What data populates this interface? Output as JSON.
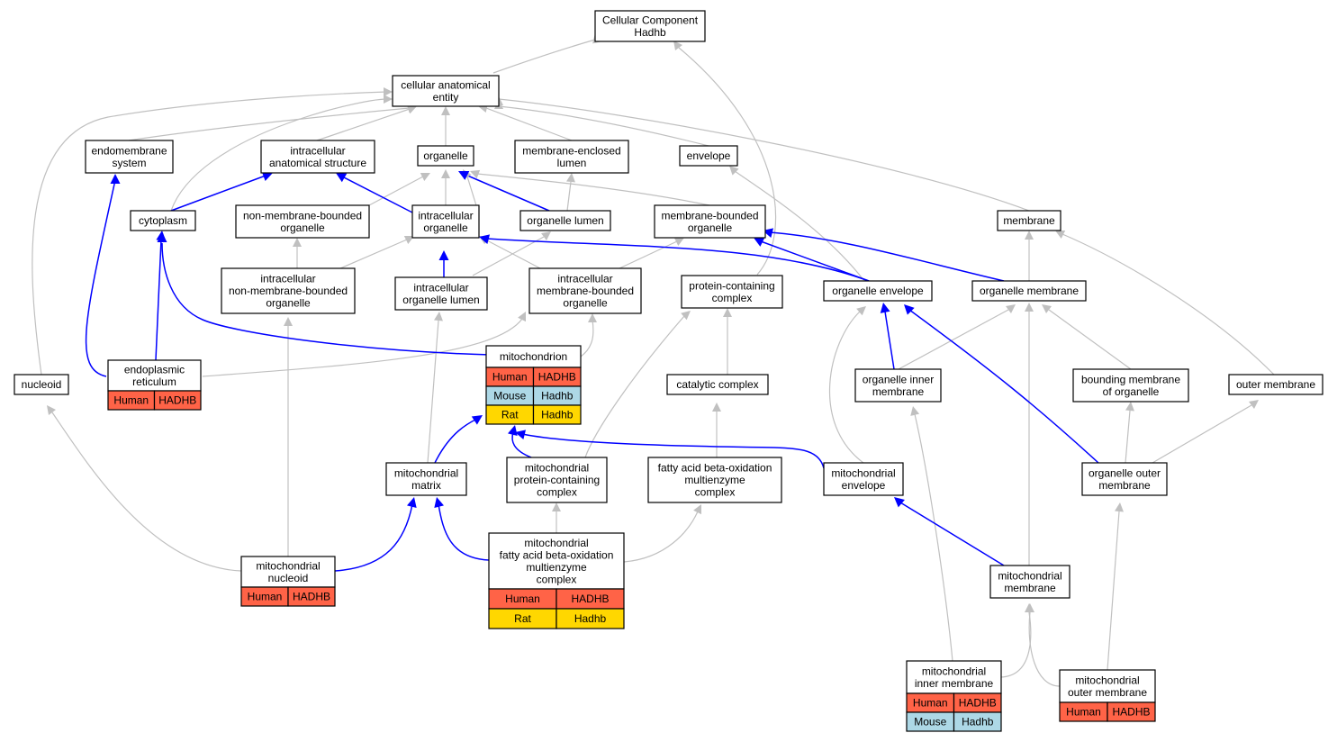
{
  "colors": {
    "Human": "#ff6347",
    "Mouse": "#add8e6",
    "Rat": "#ffd700",
    "is_a_edge": "#c0c0c0",
    "part_of_edge": "#0000ff"
  },
  "nodes": {
    "root": {
      "label": "Cellular Component\nHadhb"
    },
    "cae": {
      "label": "cellular anatomical\nentity"
    },
    "endomembrane": {
      "label": "endomembrane\nsystem"
    },
    "ias": {
      "label": "intracellular\nanatomical structure"
    },
    "organelle": {
      "label": "organelle"
    },
    "mel": {
      "label": "membrane-enclosed\nlumen"
    },
    "envelope": {
      "label": "envelope"
    },
    "cytoplasm": {
      "label": "cytoplasm"
    },
    "nmbo": {
      "label": "non-membrane-bounded\norganelle"
    },
    "io": {
      "label": "intracellular\norganelle"
    },
    "olumen": {
      "label": "organelle lumen"
    },
    "mbo": {
      "label": "membrane-bounded\norganelle"
    },
    "membrane": {
      "label": "membrane"
    },
    "inmbo": {
      "label": "intracellular\nnon-membrane-bounded\norganelle"
    },
    "iol": {
      "label": "intracellular\norganelle lumen"
    },
    "imbo": {
      "label": "intracellular\nmembrane-bounded\norganelle"
    },
    "pcc": {
      "label": "protein-containing\ncomplex"
    },
    "oenv": {
      "label": "organelle envelope"
    },
    "omem": {
      "label": "organelle membrane"
    },
    "nucleoid": {
      "label": "nucleoid"
    },
    "er": {
      "label": "endoplasmic\nreticulum",
      "rows": [
        [
          "Human",
          "HADHB"
        ]
      ]
    },
    "mito": {
      "label": "mitochondrion",
      "rows": [
        [
          "Human",
          "HADHB"
        ],
        [
          "Mouse",
          "Hadhb"
        ],
        [
          "Rat",
          "Hadhb"
        ]
      ]
    },
    "catc": {
      "label": "catalytic complex"
    },
    "oim": {
      "label": "organelle inner\nmembrane"
    },
    "bmo": {
      "label": "bounding membrane\nof organelle"
    },
    "outer": {
      "label": "outer membrane"
    },
    "mmatrix": {
      "label": "mitochondrial\nmatrix"
    },
    "mpcc": {
      "label": "mitochondrial\nprotein-containing\ncomplex"
    },
    "fabo": {
      "label": "fatty acid beta-oxidation\nmultienzyme\ncomplex"
    },
    "menv": {
      "label": "mitochondrial\nenvelope"
    },
    "oom": {
      "label": "organelle outer\nmembrane"
    },
    "mnuc": {
      "label": "mitochondrial\nnucleoid",
      "rows": [
        [
          "Human",
          "HADHB"
        ]
      ]
    },
    "mfabo": {
      "label": "mitochondrial\nfatty acid beta-oxidation\nmultienzyme\ncomplex",
      "rows": [
        [
          "Human",
          "HADHB"
        ],
        [
          "Rat",
          "Hadhb"
        ]
      ]
    },
    "mmem": {
      "label": "mitochondrial\nmembrane"
    },
    "mim": {
      "label": "mitochondrial\ninner membrane",
      "rows": [
        [
          "Human",
          "HADHB"
        ],
        [
          "Mouse",
          "Hadhb"
        ]
      ]
    },
    "mom": {
      "label": "mitochondrial\nouter membrane",
      "rows": [
        [
          "Human",
          "HADHB"
        ]
      ]
    }
  }
}
